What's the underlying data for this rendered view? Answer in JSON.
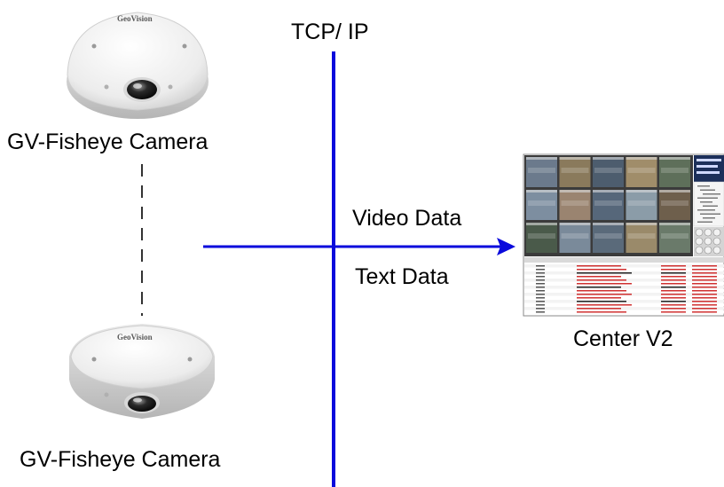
{
  "network_label": "TCP/ IP",
  "camera_top": {
    "label": "GV-Fisheye Camera",
    "logo_text": "GeoVision"
  },
  "camera_bottom": {
    "label": "GV-Fisheye Camera",
    "logo_text": "GeoVision"
  },
  "arrow_labels": {
    "video": "Video Data",
    "text": "Text Data"
  },
  "center": {
    "label": "Center V2"
  },
  "colors": {
    "network_line": "#0a0adc",
    "dashed_link": "#000000",
    "camera_body": "#f1f1f1"
  }
}
